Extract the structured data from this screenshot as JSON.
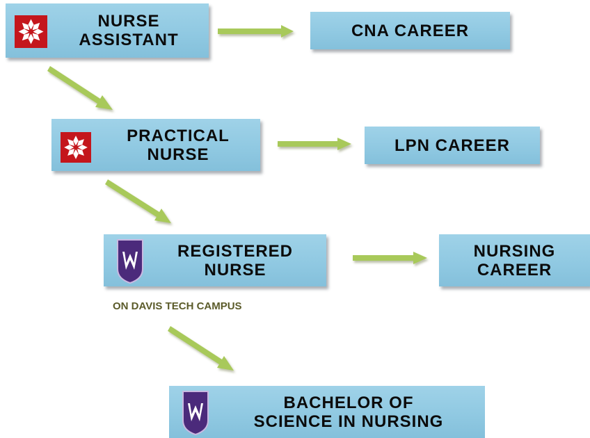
{
  "nodes": {
    "nurse_assistant": {
      "line1": "NURSE",
      "line2": "ASSISTANT"
    },
    "cna_career": {
      "line1": "CNA CAREER"
    },
    "practical_nurse": {
      "line1": "PRACTICAL",
      "line2": "NURSE"
    },
    "lpn_career": {
      "line1": "LPN CAREER"
    },
    "registered_nurse": {
      "line1": "REGISTERED",
      "line2": "NURSE"
    },
    "nursing_career": {
      "line1": "NURSING",
      "line2": "CAREER"
    },
    "bachelor": {
      "line1": "BACHELOR OF",
      "line2": "SCIENCE IN NURSING"
    }
  },
  "captions": {
    "campus": "ON DAVIS TECH CAMPUS"
  },
  "icons": {
    "davis_tech": "red-snowflake-logo-icon",
    "weber_state": "purple-w-shield-logo-icon"
  },
  "colors": {
    "box_fill": "#94cbe4",
    "arrow": "#a8c95a",
    "davis_red": "#c4161c",
    "weber_purple": "#4b2a7b",
    "caption": "#5b5b2a"
  }
}
